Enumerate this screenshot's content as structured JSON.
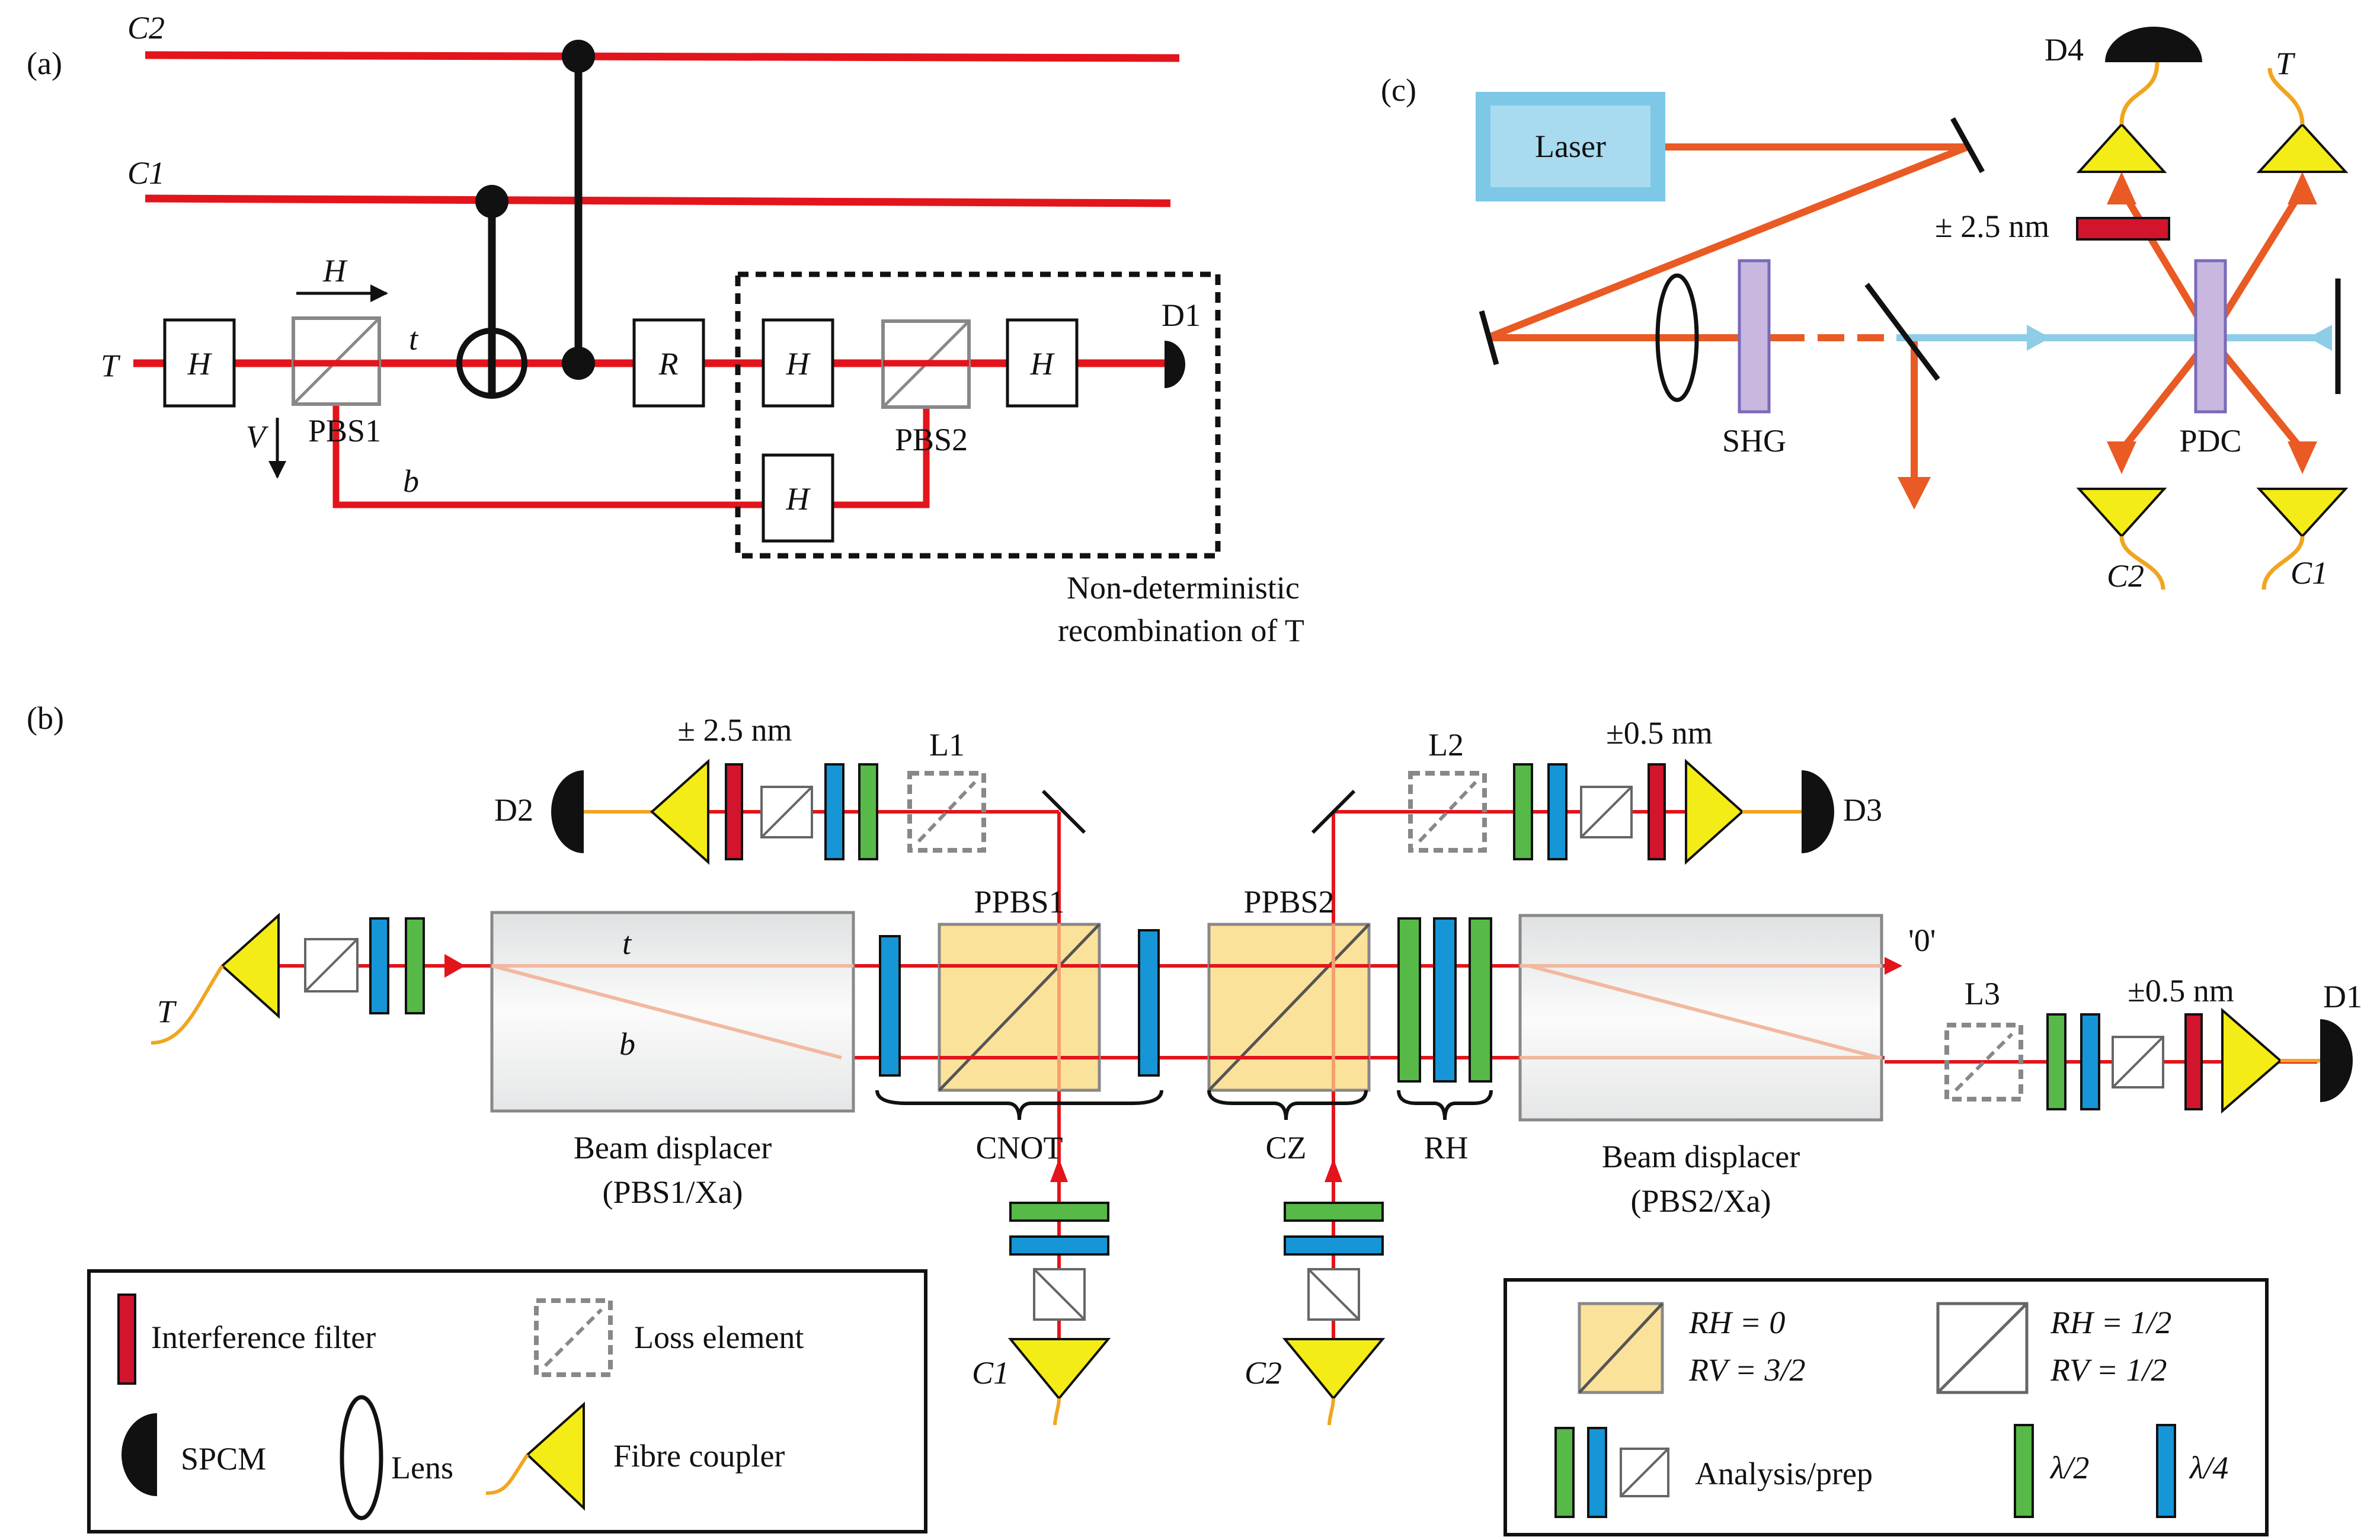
{
  "panels": {
    "a": {
      "tag": "(a)",
      "wires": {
        "c2": "C2",
        "c1": "C1",
        "t": "T"
      },
      "gates": {
        "h": "H",
        "r": "R"
      },
      "pbs1": "PBS1",
      "pbs2": "PBS2",
      "detector": "D1",
      "paths": {
        "t": "t",
        "b": "b"
      },
      "pol_h": "H",
      "pol_v": "V",
      "box_caption_1": "Non-deterministic",
      "box_caption_2": "recombination of  T"
    },
    "b": {
      "tag": "(b)",
      "filters": {
        "wide": "± 2.5 nm",
        "narrow": "±0.5 nm"
      },
      "loss": {
        "l1": "L1",
        "l2": "L2",
        "l3": "L3"
      },
      "detectors": {
        "d1": "D1",
        "d2": "D2",
        "d3": "D3"
      },
      "ppbs1": "PPBS1",
      "ppbs2": "PPBS2",
      "paths": {
        "t": "t",
        "b": "b"
      },
      "output": "'0'",
      "inputs": {
        "t": "T",
        "c1": "C1",
        "c2": "C2"
      },
      "stages": {
        "cnot": "CNOT",
        "cz": "CZ",
        "rh": "RH"
      },
      "bd1": {
        "line1": "Beam displacer",
        "line2": "(PBS1/Xa)"
      },
      "bd2": {
        "line1": "Beam displacer",
        "line2": "(PBS2/Xa)"
      }
    },
    "c": {
      "tag": "(c)",
      "laser": "Laser",
      "shg": "SHG",
      "pdc": "PDC",
      "filter": "± 2.5 nm",
      "detector": "D4",
      "outputs": {
        "t": "T",
        "c1": "C1",
        "c2": "C2"
      }
    }
  },
  "legend_left": {
    "filter": "Interference filter",
    "loss": "Loss element",
    "spcm": "SPCM",
    "lens": "Lens",
    "coupler": "Fibre coupler"
  },
  "legend_right": {
    "ppbs_rh": "RH = 0",
    "ppbs_rv": "RV = 3/2",
    "pbs_rh": "RH = 1/2",
    "pbs_rv": "RV = 1/2",
    "analysis": "Analysis/prep",
    "half": "λ/2",
    "quarter": "λ/4"
  },
  "colors": {
    "beam": "#e3141b",
    "beam_faint": "#f2b8a0",
    "pump": "#e95a24",
    "pump_blue": "#8ecde8",
    "filter": "#d2142d",
    "half_wave": "#57b947",
    "quarter_wave": "#1696d6",
    "coupler": "#f4ec16",
    "fibre": "#f1a51f",
    "ppbs": "#fbe29a",
    "bd": "#eef0f1",
    "laser": "#7cc8e6"
  }
}
